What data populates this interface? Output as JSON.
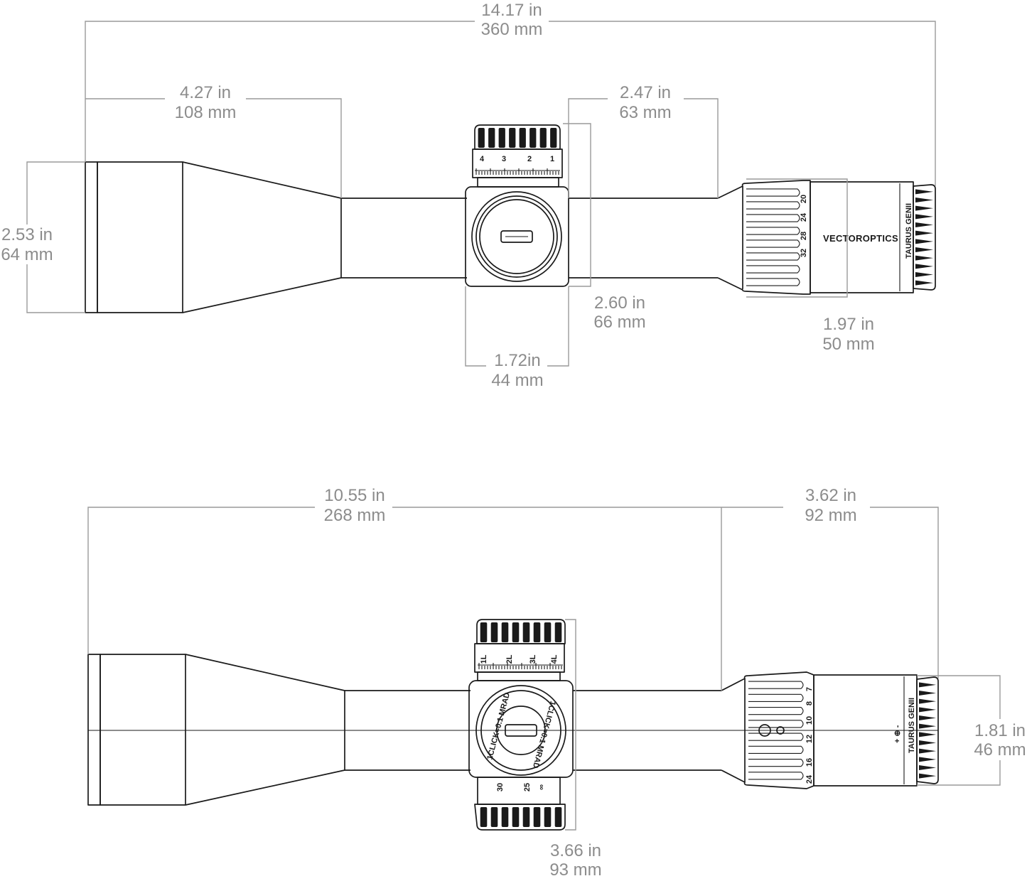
{
  "dimensions": {
    "top_total": {
      "in": "14.17 in",
      "mm": "360 mm"
    },
    "top_objective": {
      "in": "4.27 in",
      "mm": "108 mm"
    },
    "top_eyepiece_tube": {
      "in": "2.47 in",
      "mm": "63 mm"
    },
    "top_objective_dia": {
      "in": "2.53 in",
      "mm": "64 mm"
    },
    "top_turret_height": {
      "in": "2.60 in",
      "mm": "66 mm"
    },
    "top_turret_width": {
      "in": "1.72in",
      "mm": "44 mm"
    },
    "top_eyepiece_dia": {
      "in": "1.97 in",
      "mm": "50 mm"
    },
    "bottom_front": {
      "in": "10.55 in",
      "mm": "268 mm"
    },
    "bottom_rear": {
      "in": "3.62 in",
      "mm": "92 mm"
    },
    "bottom_eyepiece_dia": {
      "in": "1.81 in",
      "mm": "46 mm"
    },
    "bottom_turret_height": {
      "in": "3.66 in",
      "mm": "93 mm"
    }
  },
  "markings": {
    "brand": "VECTOROPTICS",
    "model": "TAURUS GENII",
    "elev_scale": [
      "4",
      "3",
      "2",
      "1"
    ],
    "mag_scale_top": [
      "32",
      "28",
      "24",
      "20"
    ],
    "windage_scale": [
      "1L",
      "2L",
      "3L",
      "4L"
    ],
    "click_text": "1CLICK=0.1 MRAD",
    "parallax_scale": [
      "30",
      "25",
      "∞"
    ],
    "mag_scale_bottom": [
      "7",
      "8",
      "10",
      "12",
      "16",
      "24"
    ],
    "adj_symbols": "+ ⊕ -"
  }
}
